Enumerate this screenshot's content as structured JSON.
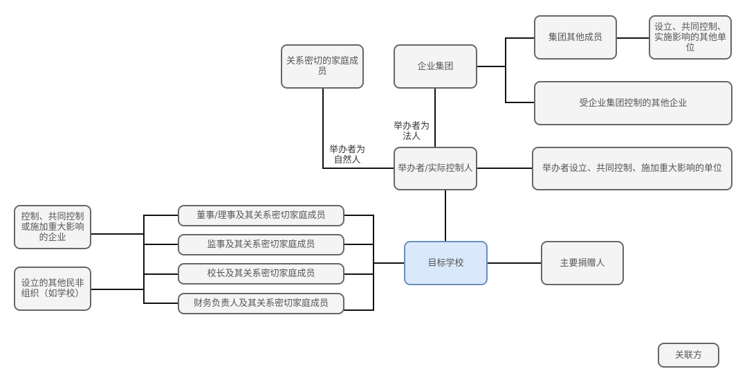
{
  "diagram": {
    "type": "related-party-diagram",
    "nodes": {
      "close_family": "关系密切的家庭成员",
      "enterprise_group": "企业集团",
      "group_members": "集团其他成员",
      "group_member_units": "设立、共同控制、实施影响的其他单位",
      "group_controlled": "受企业集团控制的其他企业",
      "sponsor": "举办者/实际控制人",
      "sponsor_units": "举办者设立、共同控制、施加重大影响的单位",
      "target_school": "目标学校",
      "major_donor": "主要捐赠人",
      "controlled_enterprises": "控制、共同控制或施加重大影响的企业",
      "other_orgs": "设立的其他民非组织（如学校）",
      "directors": "董事/理事及其关系密切家庭成员",
      "supervisors": "监事及其关系密切家庭成员",
      "principal": "校长及其关系密切家庭成员",
      "finance_head": "财务负责人及其关系密切家庭成员",
      "legend": "关联方"
    },
    "edge_labels": {
      "natural_person": "举办者为自然人",
      "legal_person": "举办者为法人"
    },
    "colors": {
      "node_fill": "#f4f4f4",
      "node_border": "#666666",
      "target_fill": "#dae8fc",
      "target_border": "#6c8ebf"
    }
  }
}
